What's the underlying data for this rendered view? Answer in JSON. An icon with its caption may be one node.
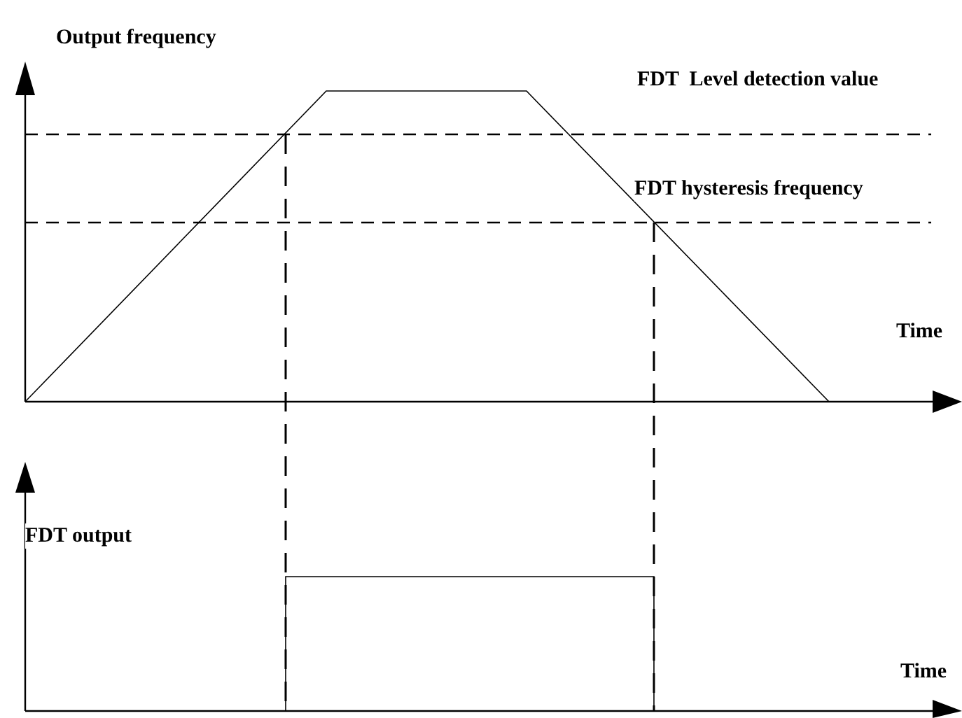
{
  "diagram": {
    "labels": [
      "Output frequency",
      "FDT  Level detection value",
      "FDT hysteresis frequency",
      "Time",
      "FDT output",
      "Time"
    ]
  }
}
